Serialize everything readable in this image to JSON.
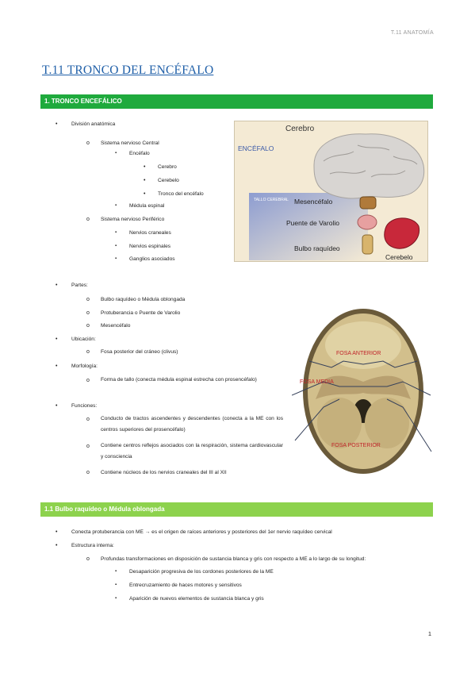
{
  "header": {
    "running_title": "T.11 ANATOMÍA"
  },
  "title": "T.11 TRONCO DEL ENCÉFALO",
  "section1": {
    "heading": "1. TRONCO ENCEFÁLICO",
    "division": {
      "label": "División anatómica",
      "central": "Sistema nervioso Central",
      "encefalo": "Encéfalo",
      "cerebro": "Cerebro",
      "cerebelo": "Cerebelo",
      "tronco": "Tronco del encéfalo",
      "medula": "Médula espinal",
      "periferico": "Sistema nervioso Periférico",
      "craneales": "Nervios craneales",
      "espinales": "Nervios espinales",
      "ganglios": "Ganglios asociados"
    },
    "partes": {
      "label": "Partes:",
      "items": [
        "Bulbo raquídeo o Médula oblongada",
        "Protuberancia o Puente de Varolio",
        "Mesencéfalo"
      ]
    },
    "ubicacion": {
      "label": "Ubicación:",
      "item": "Fosa posterior del cráneo (clivus)"
    },
    "morfologia": {
      "label": "Morfología:",
      "item": "Forma de tallo (conecta médula espinal estrecha con prosencéfalo)"
    },
    "funciones": {
      "label": "Funciones:",
      "items": [
        "Conducto de tractos ascendentes y descendentes (conecta a la ME con los centros superiores del prosencéfalo)",
        "Contiene centros reflejos asociados con la respiración, sistema cardiovascular y consciencia",
        "Contiene núcleos de los nervios craneales del III al XII"
      ]
    }
  },
  "figure1": {
    "encefalo": "ENCÉFALO",
    "cerebro": "Cerebro",
    "tallo": "TALLO CEREBRAL",
    "mesencefalo": "Mesencéfalo",
    "puente": "Puente de Varolio",
    "bulbo": "Bulbo raquídeo",
    "cerebelo": "Cerebelo"
  },
  "figure2": {
    "anterior": "FOSA ANTERIOR",
    "media": "FOSA MEDIA",
    "posterior": "FOSA POSTERIOR"
  },
  "section11": {
    "heading": "1.1 Bulbo raquídeo o Médula oblongada",
    "item1": "Conecta protuberancia con ME → es el origen de raíces anteriores y posteriores del 1er nervio raquídeo cervical",
    "estructura": "Estructura interna:",
    "profundas": "Profundas transformaciones en disposición de sustancia blanca y gris con respecto a ME a lo largo de su longitud:",
    "subitems": [
      "Desaparición progresiva de los cordones posteriores de la ME",
      "Entrecruzamiento de haces motores y sensitivos",
      "Aparición de nuevos elementos de sustancia blanca y gris"
    ]
  },
  "page_number": "1"
}
